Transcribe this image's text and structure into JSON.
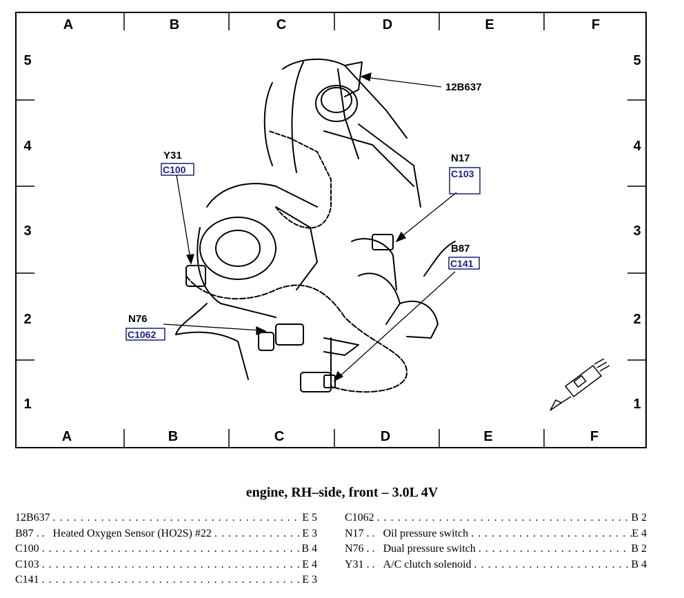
{
  "grid": {
    "columns": [
      "A",
      "B",
      "C",
      "D",
      "E",
      "F"
    ],
    "rows": [
      "5",
      "4",
      "3",
      "2",
      "1"
    ]
  },
  "callouts": {
    "part_12b637": "12B637",
    "y31": "Y31",
    "c100": "C100",
    "n17": "N17",
    "c103": "C103",
    "b87": "B87",
    "c141": "C141",
    "n76": "N76",
    "c1062": "C1062"
  },
  "caption": "engine, RH–side, front – 3.0L 4V",
  "legend_left": [
    {
      "code": "12B637",
      "description": "",
      "location": "E 5"
    },
    {
      "code": "B87 . .",
      "description": "Heated Oxygen Sensor (HO2S) #22",
      "location": "E 3"
    },
    {
      "code": "C100",
      "description": "",
      "location": "B 4"
    },
    {
      "code": "C103",
      "description": "",
      "location": "E 4"
    },
    {
      "code": "C141",
      "description": "",
      "location": "E 3"
    }
  ],
  "legend_right": [
    {
      "code": "C1062",
      "description": "",
      "location": "B 2"
    },
    {
      "code": "N17 . .",
      "description": "Oil pressure switch",
      "location": "E 4"
    },
    {
      "code": "N76 . .",
      "description": "Dual pressure switch",
      "location": "B 2"
    },
    {
      "code": "Y31 . .",
      "description": "A/C clutch solenoid",
      "location": "B 4"
    }
  ],
  "colors": {
    "line": "#000000",
    "connector_box": "#1a1f7a"
  }
}
